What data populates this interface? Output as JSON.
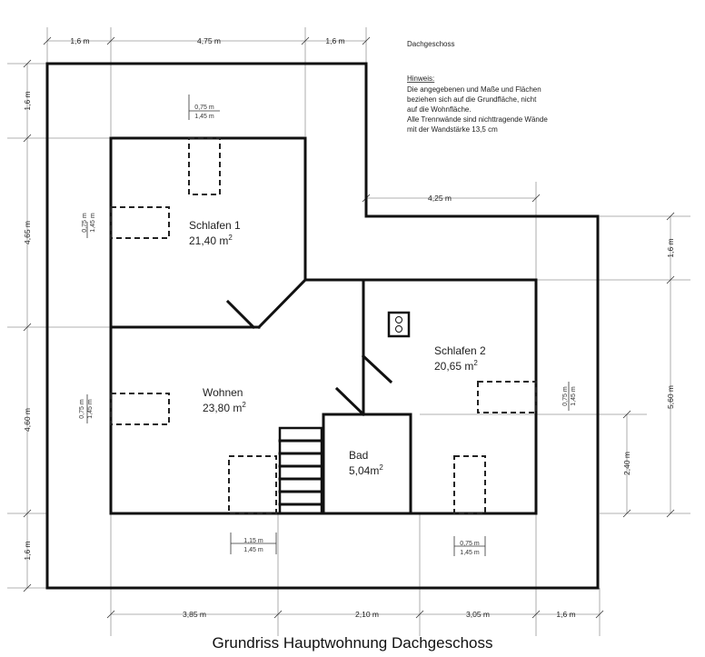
{
  "header": {
    "level": "Dachgeschoss",
    "note_title": "Hinweis:",
    "note_lines": [
      "Die angegebenen und Maße und Flächen",
      "beziehen sich auf die Grundfläche, nicht",
      "auf die Wohnfläche.",
      "Alle Trennwände sind nichttragende Wände",
      "mit der Wandstärke 13,5 cm"
    ]
  },
  "rooms": {
    "schlafen1": {
      "name": "Schlafen 1",
      "area": "21,40 m",
      "sup": "2"
    },
    "schlafen2": {
      "name": "Schlafen 2",
      "area": "20,65 m",
      "sup": "2"
    },
    "wohnen": {
      "name": "Wohnen",
      "area": "23,80 m",
      "sup": "2"
    },
    "bad": {
      "name": "Bad",
      "area": "5,04m",
      "sup": "2"
    }
  },
  "dimensions": {
    "top": [
      "1,6 m",
      "4,75 m",
      "1,6 m"
    ],
    "right_mid": "4,25 m",
    "left": [
      "1,6 m",
      "4,65 m",
      "4,60 m",
      "1,6 m"
    ],
    "right": [
      "1,6 m",
      "5,60 m",
      "2,40 m"
    ],
    "bottom": [
      "3,85 m",
      "2,10 m",
      "3,05 m",
      "1,6 m"
    ]
  },
  "windows": {
    "top": {
      "w": "0,75 m",
      "h": "1,45 m"
    },
    "left_upper": {
      "w": "0,75 m",
      "h": "1,45 m"
    },
    "left_lower": {
      "w": "0,75 m",
      "h": "1,45 m"
    },
    "right": {
      "w": "0,75 m",
      "h": "1,45 m"
    },
    "bottom_left": {
      "w": "1,15 m",
      "h": "1,45 m"
    },
    "bottom_right": {
      "w": "0,75 m",
      "h": "1,45 m"
    }
  },
  "caption": "Grundriss Hauptwohnung Dachgeschoss"
}
